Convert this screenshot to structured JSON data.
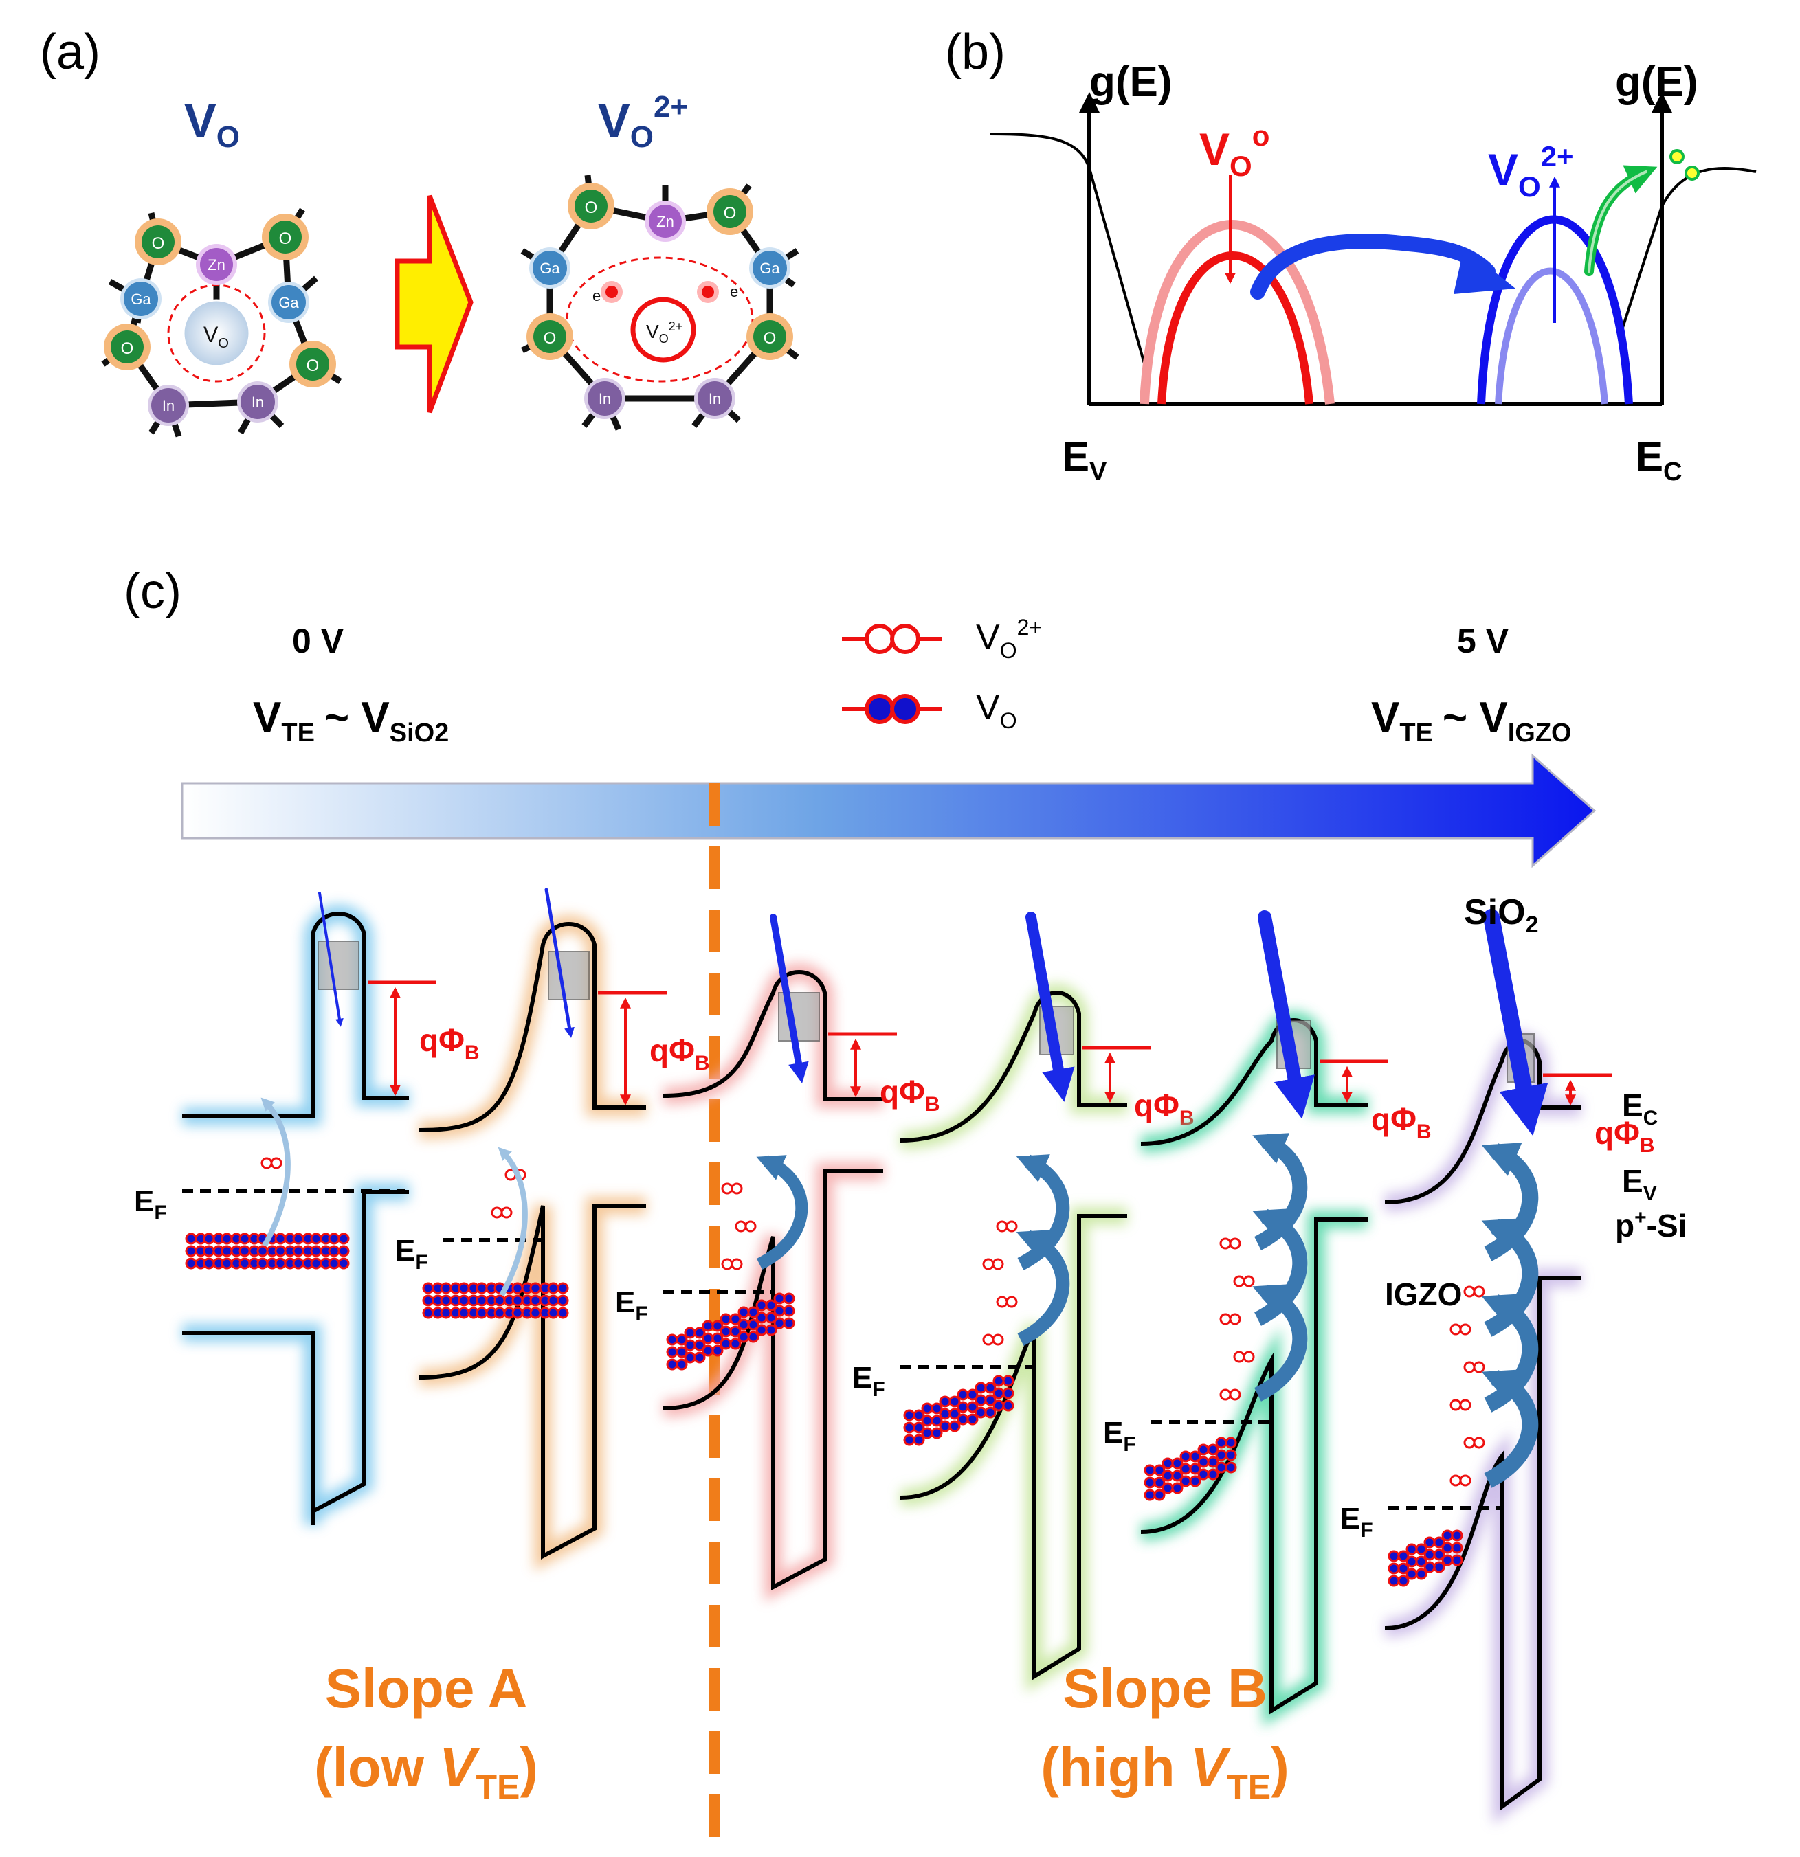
{
  "panel_a": {
    "label": "(a)",
    "left_title": "V",
    "left_title_sub": "O",
    "right_title": "V",
    "right_title_sub": "O",
    "right_title_sup": "2+",
    "vo_center": "V",
    "vo_center_sub": "O",
    "vo2_center": "V",
    "vo2_center_sub": "O",
    "vo2_center_sup": "2+",
    "electron": "e",
    "atoms": {
      "zn": "Zn",
      "ga": "Ga",
      "o": "O",
      "in": "In"
    },
    "colors": {
      "o": "#1f8a3a",
      "zn": "#a35cc6",
      "ga": "#3f86c2",
      "in": "#7e5fa0",
      "ring": "#f5b87a",
      "arrow": "#ffee00"
    }
  },
  "panel_b": {
    "label": "(b)",
    "g_left": "g(E)",
    "g_right": "g(E)",
    "ev": "E",
    "ev_sub": "V",
    "ec": "E",
    "ec_sub": "C",
    "vo0": "V",
    "vo0_sub": "O",
    "vo0_sup": "o",
    "vo2": "V",
    "vo2_sub": "O",
    "vo2_sup": "2+",
    "colors": {
      "vo0": "#ee1111",
      "vo0_light": "#f4999a",
      "vo2": "#1111ee",
      "vo2_light": "#8888f0",
      "transfer": "#1a3ee8",
      "escape": "#11bb44"
    }
  },
  "panel_c": {
    "label": "(c)",
    "start_voltage": "0 V",
    "end_voltage": "5 V",
    "start_condition": {
      "v": "V",
      "sub1": "TE",
      "tilde": "~ V",
      "sub2": "SiO2"
    },
    "end_condition": {
      "v": "V",
      "sub1": "TE",
      "tilde": "~ V",
      "sub2": "IGZO"
    },
    "legend": [
      {
        "label": "V",
        "sub": "O",
        "sup": "2+",
        "marker": "open"
      },
      {
        "label": "V",
        "sub": "O",
        "sup": "",
        "marker": "filled"
      }
    ],
    "barrier_label": "qΦ",
    "barrier_sub": "B",
    "fermi": "E",
    "fermi_sub": "F",
    "layers": {
      "sio2": "SiO",
      "sio2_sub": "2",
      "igzo": "IGZO",
      "psi": "p",
      "psi_sup": "+",
      "psi_rest": "-Si",
      "ec": "E",
      "ec_sub": "C",
      "ev": "E",
      "ev_sub": "V"
    },
    "slope_a": {
      "line1": "Slope A",
      "line2_pre": "(low ",
      "line2_v": "V",
      "line2_sub": "TE",
      "line2_post": ")"
    },
    "slope_b": {
      "line1": "Slope B",
      "line2_pre": "(high ",
      "line2_v": "V",
      "line2_sub": "TE",
      "line2_post": ")"
    },
    "panel_glows": [
      "#7cc8ee",
      "#f3c08a",
      "#f4a9a9",
      "#c5e59a",
      "#4fd6a6",
      "#c7b6e6"
    ],
    "colors": {
      "slope": "#f07d1a",
      "barrier": "#ee1111",
      "tunnel": "#1a2ae8",
      "emission": "#3a78b0"
    }
  }
}
